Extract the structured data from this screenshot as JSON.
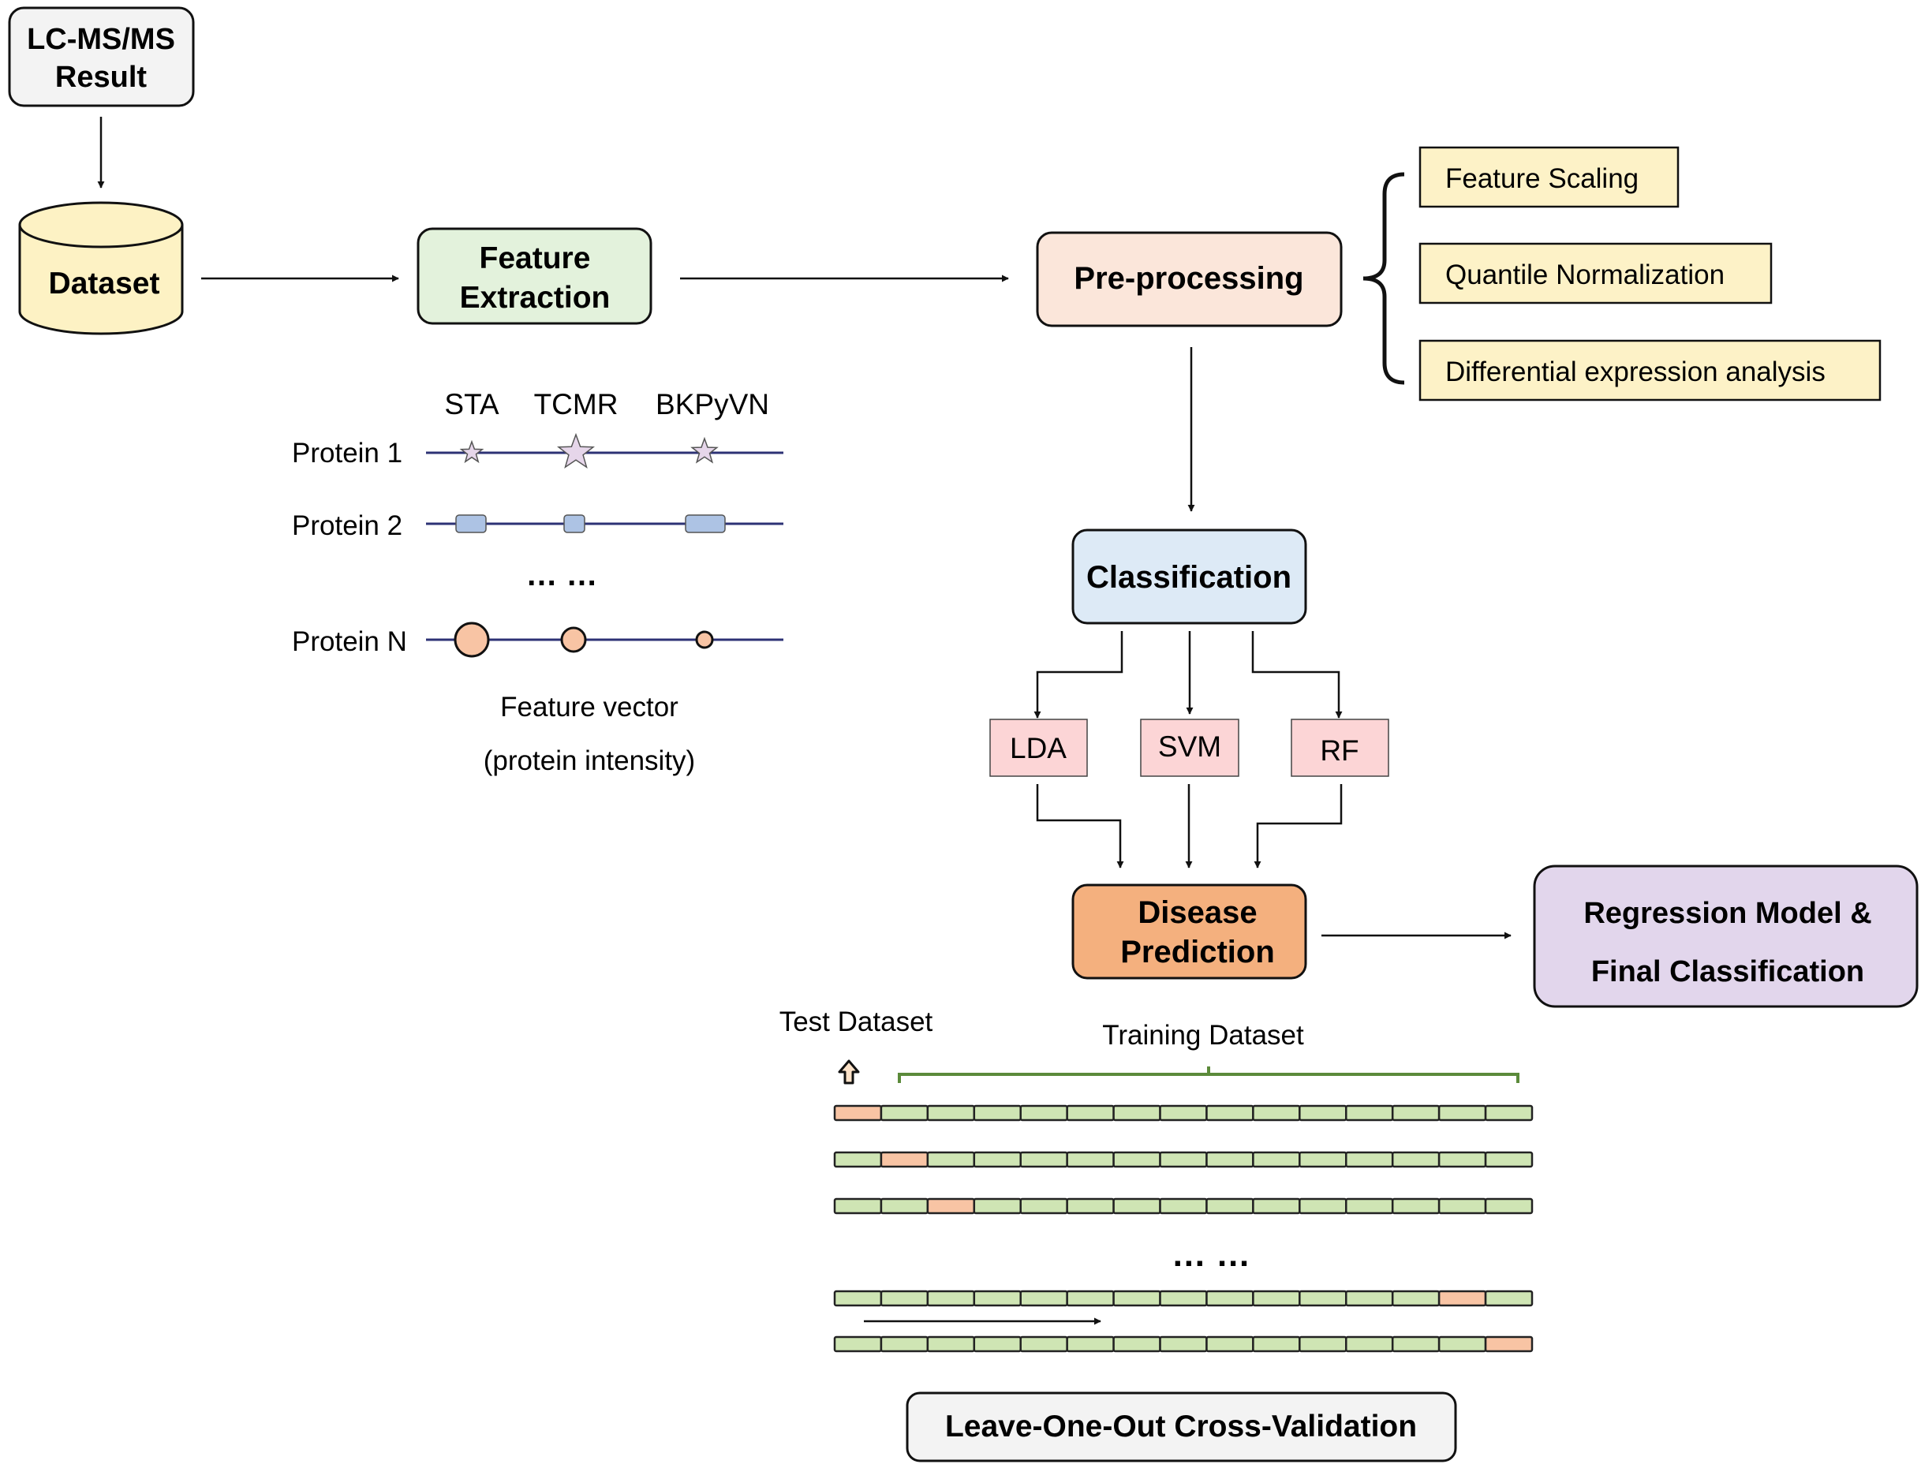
{
  "nodes": {
    "lcms": {
      "lines": [
        "LC-MS/MS",
        "Result"
      ]
    },
    "dataset": {
      "label": "Dataset"
    },
    "feature_extraction": {
      "lines": [
        "Feature",
        "Extraction"
      ]
    },
    "preprocessing": {
      "label": "Pre-processing"
    },
    "preproc_steps": [
      "Feature Scaling",
      "Quantile Normalization",
      "Differential expression analysis"
    ],
    "classification": {
      "label": "Classification"
    },
    "classifiers": [
      "LDA",
      "SVM",
      "RF"
    ],
    "disease_prediction": {
      "lines": [
        "Disease",
        "Prediction"
      ]
    },
    "regression": {
      "lines": [
        "Regression Model &",
        "Final Classification"
      ]
    }
  },
  "feature_panel": {
    "columns": [
      "STA",
      "TCMR",
      "BKPyVN"
    ],
    "rows": [
      "Protein 1",
      "Protein 2",
      "Protein N"
    ],
    "ellipsis": "… …",
    "caption_lines": [
      "Feature vector",
      "(protein intensity)"
    ]
  },
  "loocv": {
    "test_label": "Test Dataset",
    "training_label": "Training Dataset",
    "ellipsis": "… …",
    "title": "Leave-One-Out Cross-Validation",
    "segments_per_row": 15,
    "highlight_positions": [
      0,
      1,
      2,
      13,
      14
    ]
  },
  "colors": {
    "dataset_fill": "#fdf2c4",
    "feature_fill": "#e3f2dc",
    "preproc_fill": "#fbe6da",
    "steps_fill": "#fdf2c7",
    "classification_fill": "#ddeaf6",
    "classifier_fill": "#fcd5d6",
    "disease_fill": "#f4b07e",
    "regression_fill": "#e2d6ec",
    "lcms_fill": "#f3f3f3",
    "train_segment": "#cfe5b4",
    "test_segment": "#f8c4a4",
    "protein_line": "#2d3275",
    "star_fill": "#e6d6ea",
    "rect_marker": "#adc3e4",
    "circle_marker": "#f8c4a4",
    "brace_green": "#5b8a3a"
  }
}
